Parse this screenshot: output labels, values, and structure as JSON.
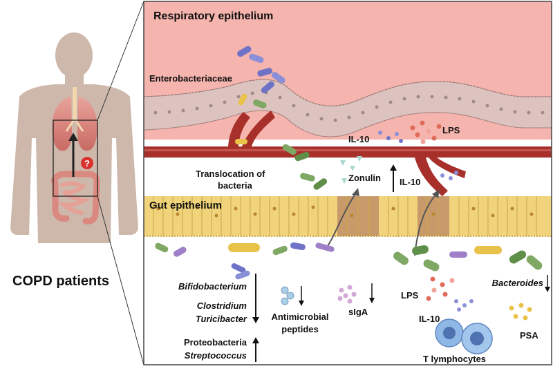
{
  "left_panel": {
    "patients_label": "COPD patients",
    "question_mark": "?"
  },
  "main_panel": {
    "respiratory_title": "Respiratory epithelium",
    "enterobacteriaceae": "Enterobacteriaceae",
    "lps_top": "LPS",
    "il10_top": "IL-10",
    "translocation_line1": "Translocation of",
    "translocation_line2": "bacteria",
    "zonulin": "Zonulin",
    "il10_mid": "IL-10",
    "gut_title": "Gut epithelium",
    "bifidobacterium": "Bifidobacterium",
    "clostridium": "Clostridium",
    "turicibacter": "Turicibacter",
    "proteobacteria": "Proteobacteria",
    "streptococcus": "Streptococcus",
    "antimicrobial_line1": "Antimicrobial",
    "antimicrobial_line2": "peptides",
    "siga": "sIgA",
    "lps_bottom": "LPS",
    "il10_bottom": "IL-10",
    "bacteroides": "Bacteroides",
    "psa": "PSA",
    "t_lymphocytes": "T lymphocytes"
  },
  "colors": {
    "respiratory_bg": "#f5b4ad",
    "epithelium_cells": "#dcc3c0",
    "blood_vessel": "#a8302b",
    "gut_cells": "#f0d37a",
    "gut_cells_leaky": "#c89a6a",
    "body_silhouette": "#cdb8ab",
    "panel_border": "#444444"
  }
}
